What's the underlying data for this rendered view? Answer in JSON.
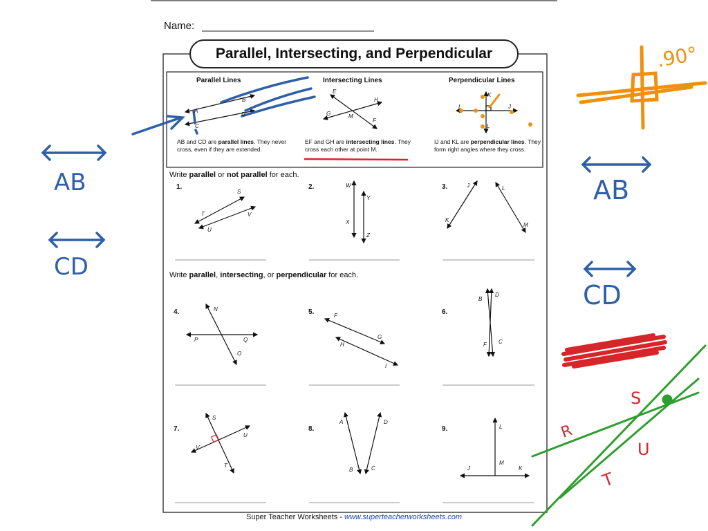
{
  "worksheet": {
    "name_label": "Name:",
    "title": "Parallel, Intersecting, and Perpendicular",
    "definitions": [
      {
        "heading": "Parallel Lines",
        "text_pre": "AB and CD are ",
        "text_bold": "parallel lines",
        "text_post": ". They never cross, even if they are extended."
      },
      {
        "heading": "Intersecting Lines",
        "text_pre": "EF and GH are ",
        "text_bold": "intersecting lines",
        "text_post": ". They cross each other at point M."
      },
      {
        "heading": "Perpendicular Lines",
        "text_pre": "IJ and KL are ",
        "text_bold": "perpendicular lines",
        "text_post": ". They form right angles where they cross."
      }
    ],
    "instruction1": {
      "pre": "Write ",
      "b1": "parallel",
      "mid": " or ",
      "b2": "not parallel",
      "post": " for each."
    },
    "instruction2": {
      "pre": "Write ",
      "b1": "parallel",
      "s1": ", ",
      "b2": "intersecting",
      "s2": ", or ",
      "b3": "perpendicular",
      "post": " for each."
    },
    "question_numbers": [
      "1.",
      "2.",
      "3.",
      "4.",
      "5.",
      "6.",
      "7.",
      "8.",
      "9."
    ],
    "point_labels": {
      "def": [
        "A",
        "B",
        "C",
        "D",
        "E",
        "F",
        "G",
        "H",
        "M",
        "I",
        "J",
        "K",
        "L"
      ],
      "q1": [
        "S",
        "T",
        "U",
        "V"
      ],
      "q2": [
        "W",
        "Y",
        "X",
        "Z"
      ],
      "q3": [
        "J",
        "L",
        "K",
        "M"
      ],
      "q4": [
        "N",
        "P",
        "Q",
        "O"
      ],
      "q5": [
        "F",
        "G",
        "H",
        "I"
      ],
      "q6": [
        "B",
        "D",
        "F",
        "C"
      ],
      "q7": [
        "S",
        "U",
        "V",
        "T"
      ],
      "q8": [
        "A",
        "D",
        "B",
        "C"
      ],
      "q9": [
        "L",
        "M",
        "J",
        "K"
      ]
    },
    "footer_text": "Super Teacher Worksheets - ",
    "footer_url": "www.superteacherworksheets.com"
  },
  "annotations": {
    "handwritten": [
      "AB",
      "CD",
      "AB",
      "CD",
      ".90°",
      "S",
      "R",
      "U",
      "T"
    ],
    "colors": {
      "blue": "#2f5fa8",
      "orange": "#f0900f",
      "red": "#d6262a",
      "green": "#2e9e2e"
    }
  }
}
